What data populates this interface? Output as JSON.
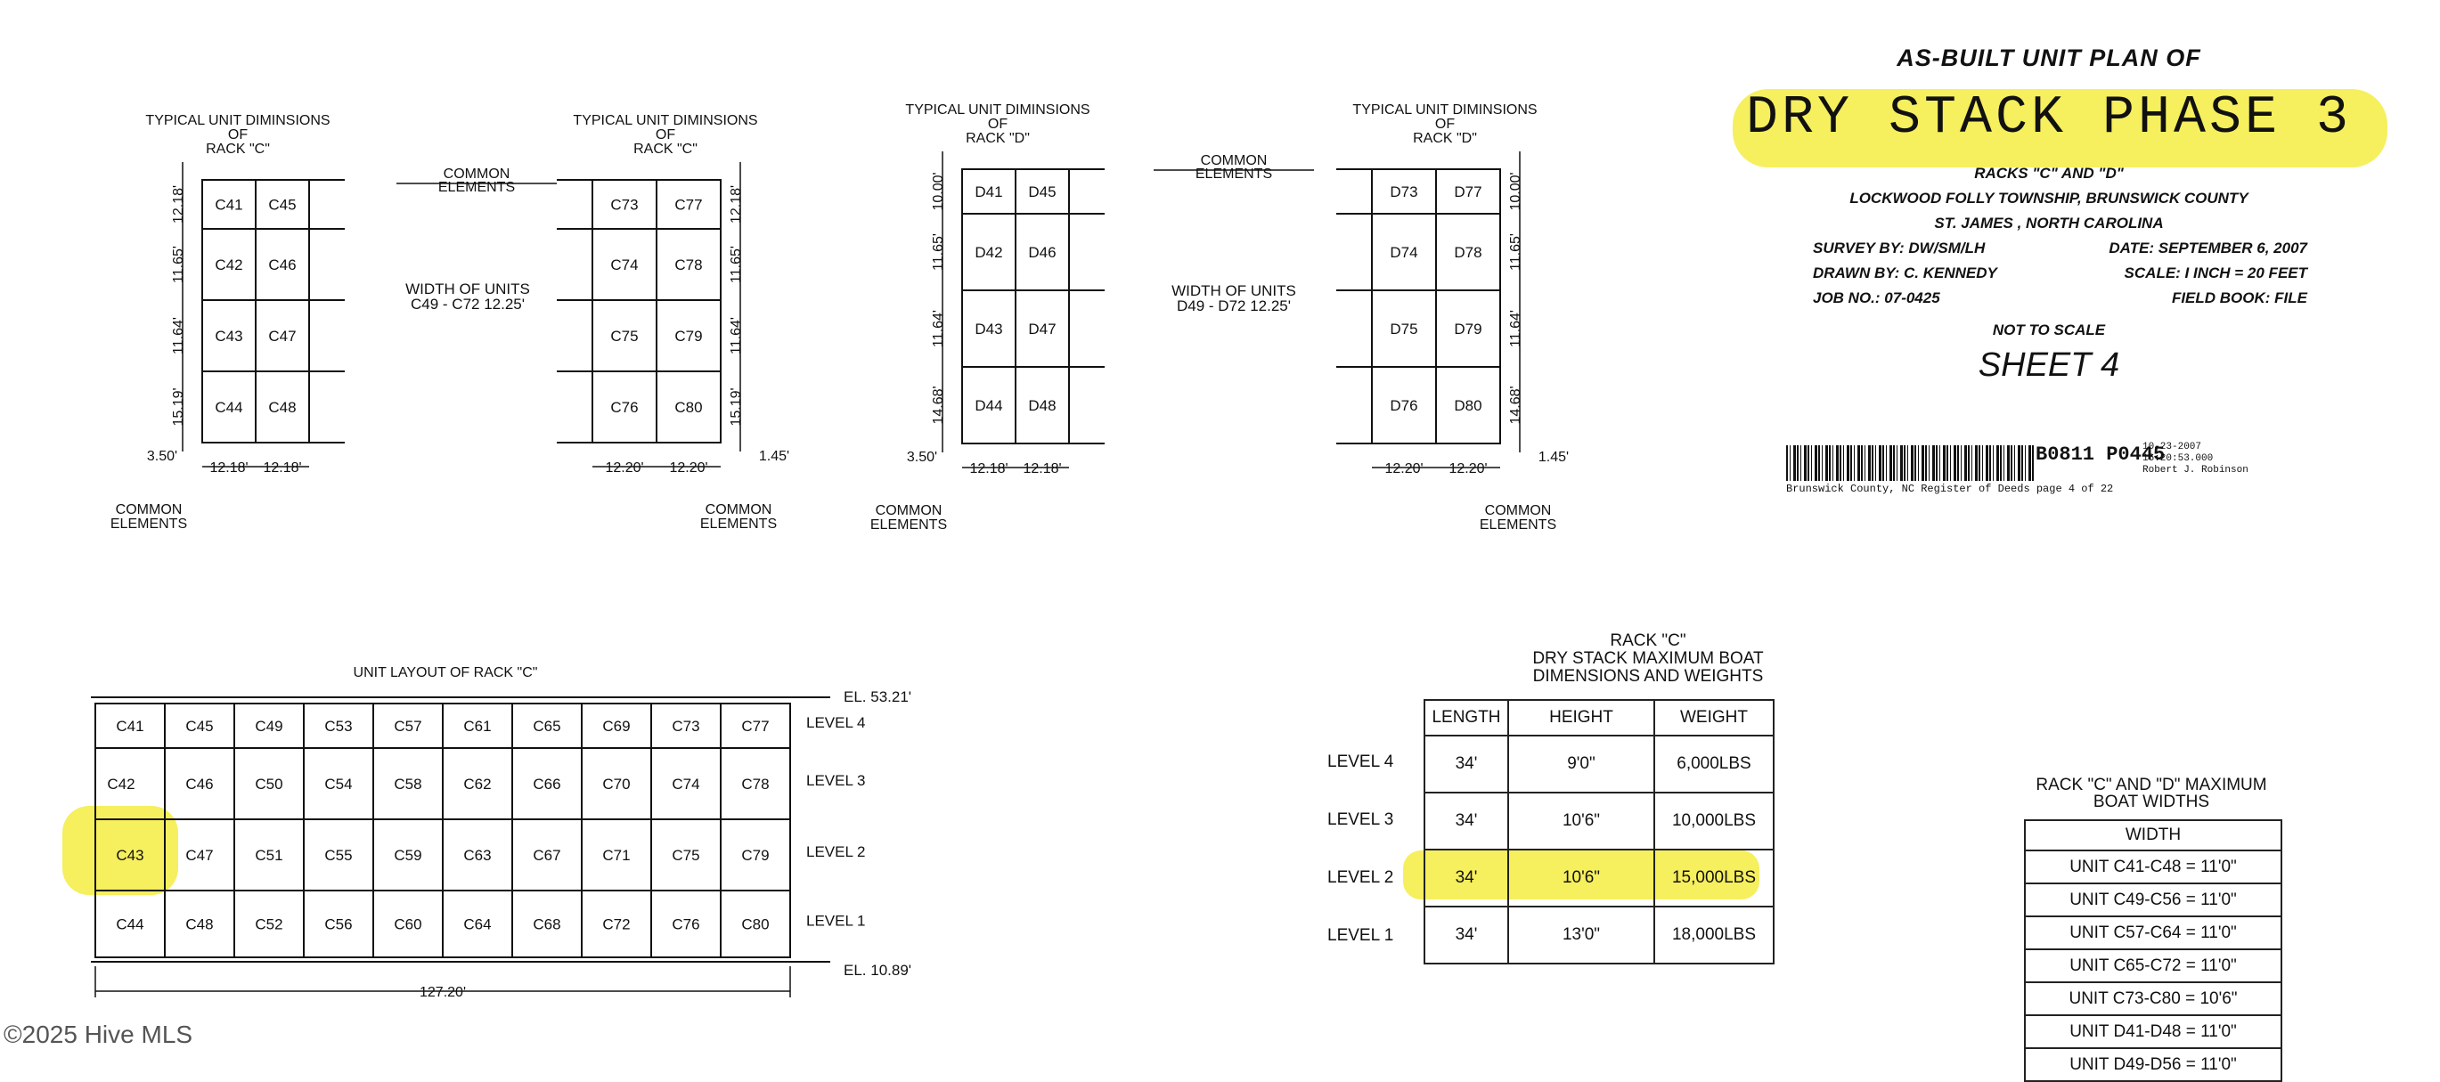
{
  "title_block": {
    "title": "AS-BUILT UNIT PLAN OF",
    "project": "DRY STACK PHASE 3",
    "racks": "RACKS \"C\" AND \"D\"",
    "township": "LOCKWOOD FOLLY TOWNSHIP, BRUNSWICK COUNTY",
    "location": "ST. JAMES , NORTH CAROLINA",
    "survey_by": "SURVEY BY: DW/SM/LH",
    "date": "DATE:  SEPTEMBER 6, 2007",
    "drawn_by": "DRAWN BY:  C. KENNEDY",
    "scale": "SCALE: I INCH = 20  FEET",
    "job_no": "JOB NO.: 07-0425",
    "field_book": "FIELD BOOK: FILE",
    "not_to_scale": "NOT TO SCALE",
    "sheet": "SHEET 4"
  },
  "recording": {
    "book_page": "B0811 P0445",
    "stamp_date": "10-23-2007",
    "stamp_time": "16:20:53.000",
    "register_name": "Robert J. Robinson",
    "caption": "Brunswick County, NC Register of Deeds  page 4 of 22"
  },
  "copyright": "©2025 Hive MLS",
  "typical_dims": [
    {
      "heading": [
        "TYPICAL UNIT DIMINSIONS",
        "OF",
        "RACK \"C\""
      ],
      "units": [
        [
          "C41",
          "C45"
        ],
        [
          "C42",
          "C46"
        ],
        [
          "C43",
          "C47"
        ],
        [
          "C44",
          "C48"
        ]
      ],
      "row_dims": [
        "12.18'",
        "11.65'",
        "11.64'",
        "15.19'"
      ],
      "col_dims": [
        "12.18'",
        "12.18'"
      ],
      "side_dim": "3.50'",
      "note": [
        "COMMON",
        "ELEMENTS"
      ]
    },
    {
      "heading": [
        "TYPICAL UNIT DIMINSIONS",
        "OF",
        "RACK \"C\""
      ],
      "units": [
        [
          "C73",
          "C77"
        ],
        [
          "C74",
          "C78"
        ],
        [
          "C75",
          "C79"
        ],
        [
          "C76",
          "C80"
        ]
      ],
      "row_dims": [
        "12.18'",
        "11.65'",
        "11.64'",
        "15.19'"
      ],
      "col_dims": [
        "12.20'",
        "12.20'"
      ],
      "side_dim": "1.45'",
      "note": [
        "COMMON",
        "ELEMENTS"
      ]
    },
    {
      "heading": [
        "TYPICAL UNIT DIMINSIONS",
        "OF",
        "RACK \"D\""
      ],
      "units": [
        [
          "D41",
          "D45"
        ],
        [
          "D42",
          "D46"
        ],
        [
          "D43",
          "D47"
        ],
        [
          "D44",
          "D48"
        ]
      ],
      "row_dims": [
        "10.00'",
        "11.65'",
        "11.64'",
        "14.68'"
      ],
      "col_dims": [
        "12.18'",
        "12.18'"
      ],
      "side_dim": "3.50'",
      "note": [
        "COMMON",
        "ELEMENTS"
      ]
    },
    {
      "heading": [
        "TYPICAL UNIT DIMINSIONS",
        "OF",
        "RACK \"D\""
      ],
      "units": [
        [
          "D73",
          "D77"
        ],
        [
          "D74",
          "D78"
        ],
        [
          "D75",
          "D79"
        ],
        [
          "D76",
          "D80"
        ]
      ],
      "row_dims": [
        "10.00'",
        "11.65'",
        "11.64'",
        "14.68'"
      ],
      "col_dims": [
        "12.20'",
        "12.20'"
      ],
      "side_dim": "1.45'",
      "note": [
        "COMMON",
        "ELEMENTS"
      ]
    }
  ],
  "common_elements_labels": [
    [
      "COMMON",
      "ELEMENTS"
    ],
    [
      "COMMON",
      "ELEMENTS"
    ]
  ],
  "width_notes": [
    [
      "WIDTH OF UNITS",
      "C49 - C72 12.25'"
    ],
    [
      "WIDTH OF UNITS",
      "D49 - D72 12.25'"
    ]
  ],
  "rack_c_layout": {
    "title": "UNIT LAYOUT OF RACK \"C\"",
    "rows": [
      [
        "C41",
        "C45",
        "C49",
        "C53",
        "C57",
        "C61",
        "C65",
        "C69",
        "C73",
        "C77"
      ],
      [
        "C42",
        "C46",
        "C50",
        "C54",
        "C58",
        "C62",
        "C66",
        "C70",
        "C74",
        "C78"
      ],
      [
        "C43",
        "C47",
        "C51",
        "C55",
        "C59",
        "C63",
        "C67",
        "C71",
        "C75",
        "C79"
      ],
      [
        "C44",
        "C48",
        "C52",
        "C56",
        "C60",
        "C64",
        "C68",
        "C72",
        "C76",
        "C80"
      ]
    ],
    "levels": [
      "LEVEL 4",
      "LEVEL 3",
      "LEVEL 2",
      "LEVEL 1"
    ],
    "el_top": "EL. 53.21'",
    "el_bottom": "EL. 10.89'",
    "width": "127.20'"
  },
  "boat_table": {
    "title": [
      "RACK \"C\"",
      "DRY STACK MAXIMUM BOAT",
      "DIMENSIONS AND WEIGHTS"
    ],
    "headers": [
      "LENGTH",
      "HEIGHT",
      "WEIGHT"
    ],
    "rows": [
      {
        "level": "LEVEL 4",
        "length": "34'",
        "height": "9'0\"",
        "weight": "6,000LBS"
      },
      {
        "level": "LEVEL 3",
        "length": "34'",
        "height": "10'6\"",
        "weight": "10,000LBS"
      },
      {
        "level": "LEVEL 2",
        "length": "34'",
        "height": "10'6\"",
        "weight": "15,000LBS"
      },
      {
        "level": "LEVEL 1",
        "length": "34'",
        "height": "13'0\"",
        "weight": "18,000LBS"
      }
    ]
  },
  "width_table": {
    "title": [
      "RACK \"C\" AND \"D\" MAXIMUM",
      "BOAT WIDTHS"
    ],
    "header": "WIDTH",
    "rows": [
      "UNIT C41-C48 = 11'0\"",
      "UNIT C49-C56 = 11'0\"",
      "UNIT C57-C64 = 11'0\"",
      "UNIT C65-C72 = 11'0\"",
      "UNIT C73-C80 = 10'6\"",
      "UNIT D41-D48 = 11'0\"",
      "UNIT D49-D56 = 11'0\""
    ]
  },
  "colors": {
    "highlight": "#f4ec42",
    "ink": "#111111"
  }
}
